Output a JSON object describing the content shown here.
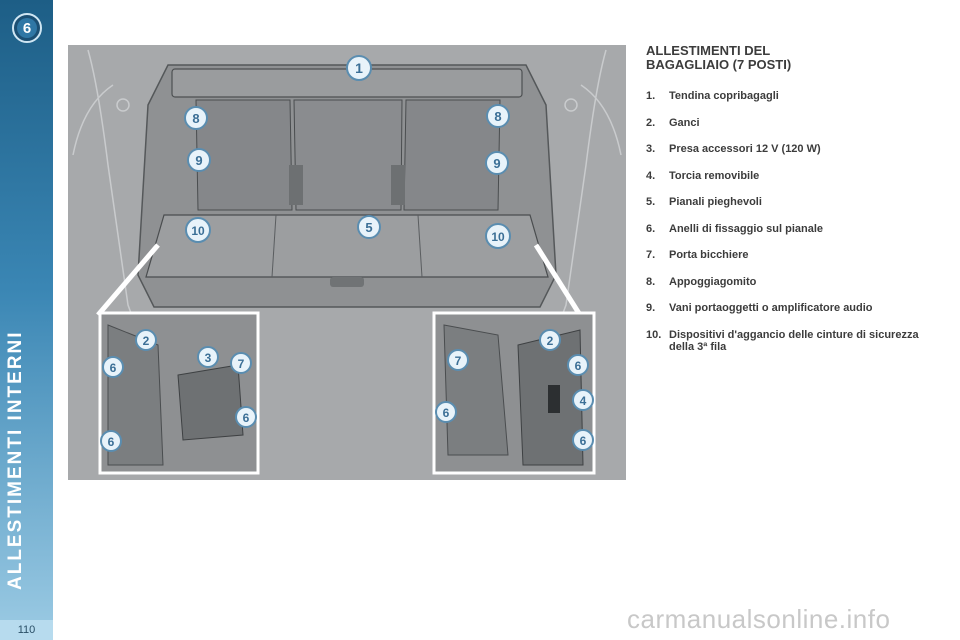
{
  "sidebar": {
    "chapter_number": "6",
    "section_title": "ALLESTIMENTI INTERNI",
    "page_number": "110"
  },
  "heading": {
    "line1": "ALLESTIMENTI DEL",
    "line2": "BAGAGLIAIO (7 POSTI)"
  },
  "items": [
    {
      "num": "1.",
      "text": "Tendina copribagagli"
    },
    {
      "num": "2.",
      "text": "Ganci"
    },
    {
      "num": "3.",
      "text": "Presa accessori 12 V (120 W)"
    },
    {
      "num": "4.",
      "text": "Torcia removibile"
    },
    {
      "num": "5.",
      "text": "Pianali pieghevoli"
    },
    {
      "num": "6.",
      "text": "Anelli di fissaggio sul pianale"
    },
    {
      "num": "7.",
      "text": "Porta bicchiere"
    },
    {
      "num": "8.",
      "text": "Appoggiagomito"
    },
    {
      "num": "9.",
      "text": "Vani portaoggetti o amplificatore audio"
    },
    {
      "num": "10.",
      "text": "Dispositivi d'aggancio delle cinture di sicurezza della 3ª fila"
    }
  ],
  "figure": {
    "callouts_main": [
      "1",
      "8",
      "8",
      "9",
      "9",
      "10",
      "10",
      "5"
    ],
    "callouts_left": [
      "2",
      "6",
      "3",
      "7",
      "6",
      "6"
    ],
    "callouts_right": [
      "7",
      "2",
      "6",
      "6",
      "4",
      "6"
    ]
  },
  "watermark": "carmanualsonline.info"
}
